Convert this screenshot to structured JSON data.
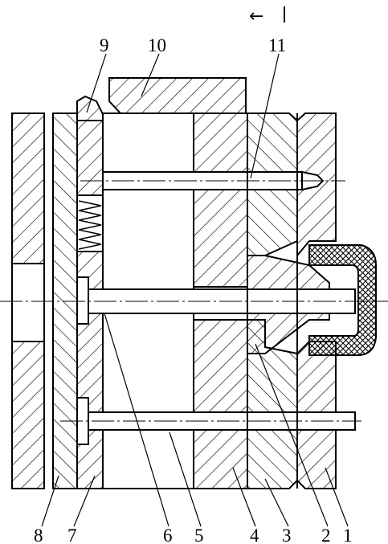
{
  "direction_marker": "←",
  "labels": {
    "l1": "1",
    "l2": "2",
    "l3": "3",
    "l4": "4",
    "l5": "5",
    "l6": "6",
    "l7": "7",
    "l8": "8",
    "l9": "9",
    "l10": "10",
    "l11": "11"
  }
}
